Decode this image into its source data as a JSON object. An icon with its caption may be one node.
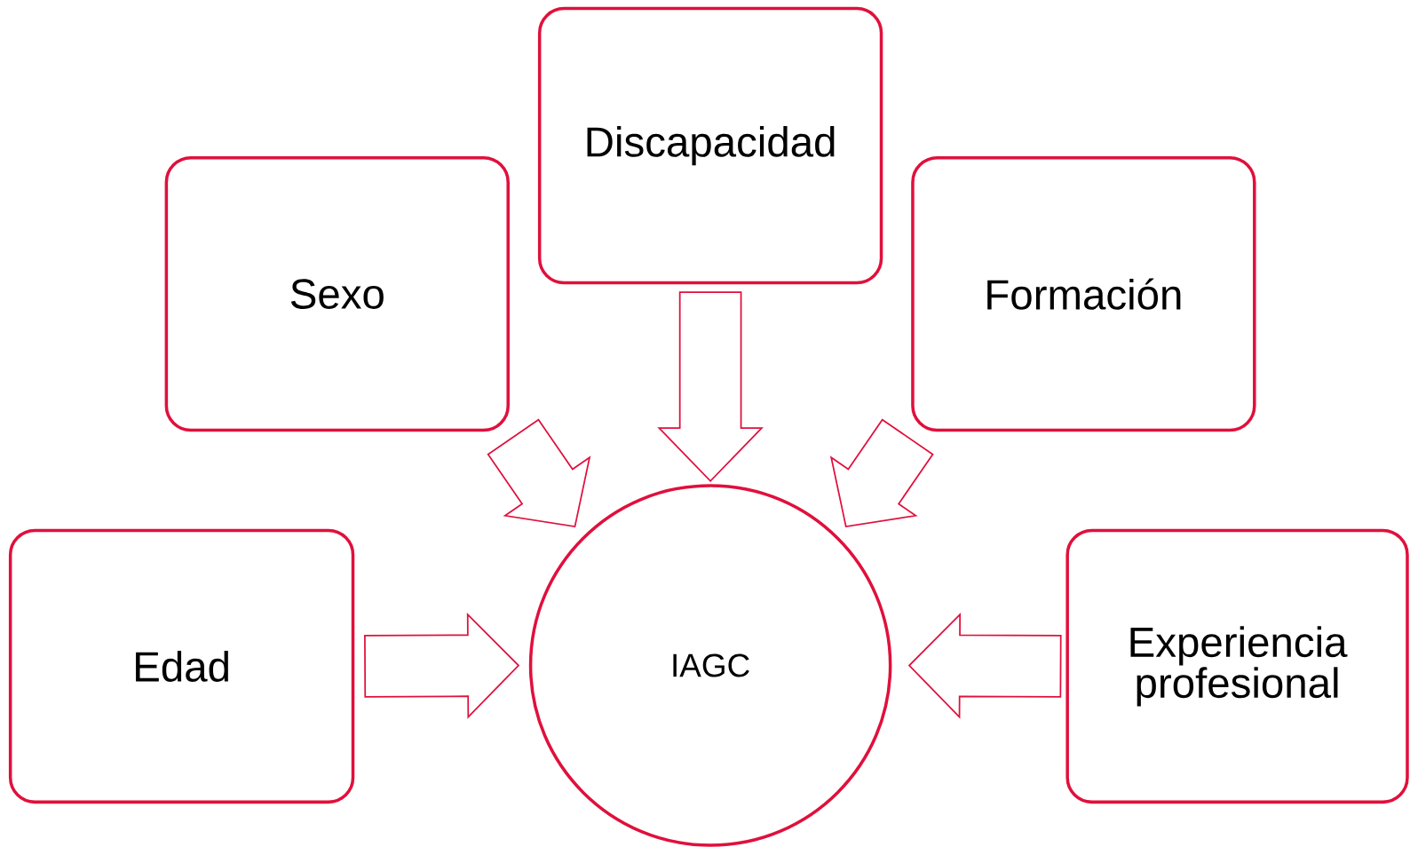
{
  "diagram": {
    "nodes": [
      {
        "text": [
          "Discapacidad"
        ]
      },
      {
        "text": [
          "Sexo"
        ]
      },
      {
        "text": [
          "Formación"
        ]
      },
      {
        "text": [
          "Edad"
        ]
      },
      {
        "text": [
          "IAGC"
        ]
      },
      {
        "text": [
          "Experiencia profesional"
        ]
      }
    ],
    "edges": [
      {
        "from": 0,
        "to": 4,
        "arrow": "to"
      },
      {
        "from": 1,
        "to": 4,
        "arrow": "to"
      },
      {
        "from": 2,
        "to": 4,
        "arrow": "to"
      },
      {
        "from": 3,
        "to": 4,
        "arrow": "to"
      },
      {
        "from": 5,
        "to": 4,
        "arrow": "to"
      }
    ]
  }
}
